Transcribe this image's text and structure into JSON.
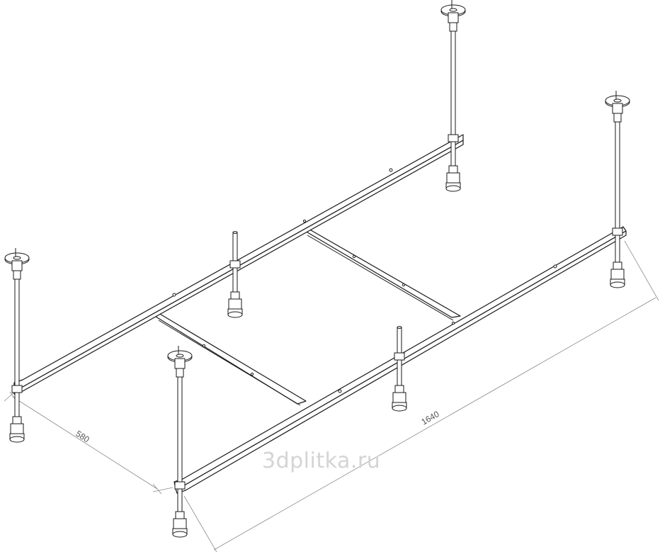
{
  "dimensions": {
    "width_label": "580",
    "length_label": "1640"
  },
  "watermark": "3dplitka.ru",
  "colors": {
    "line": "#1a1a1a",
    "dimension": "#8a8a8a",
    "watermark": "#d4d4d4",
    "background": "#ffffff"
  }
}
